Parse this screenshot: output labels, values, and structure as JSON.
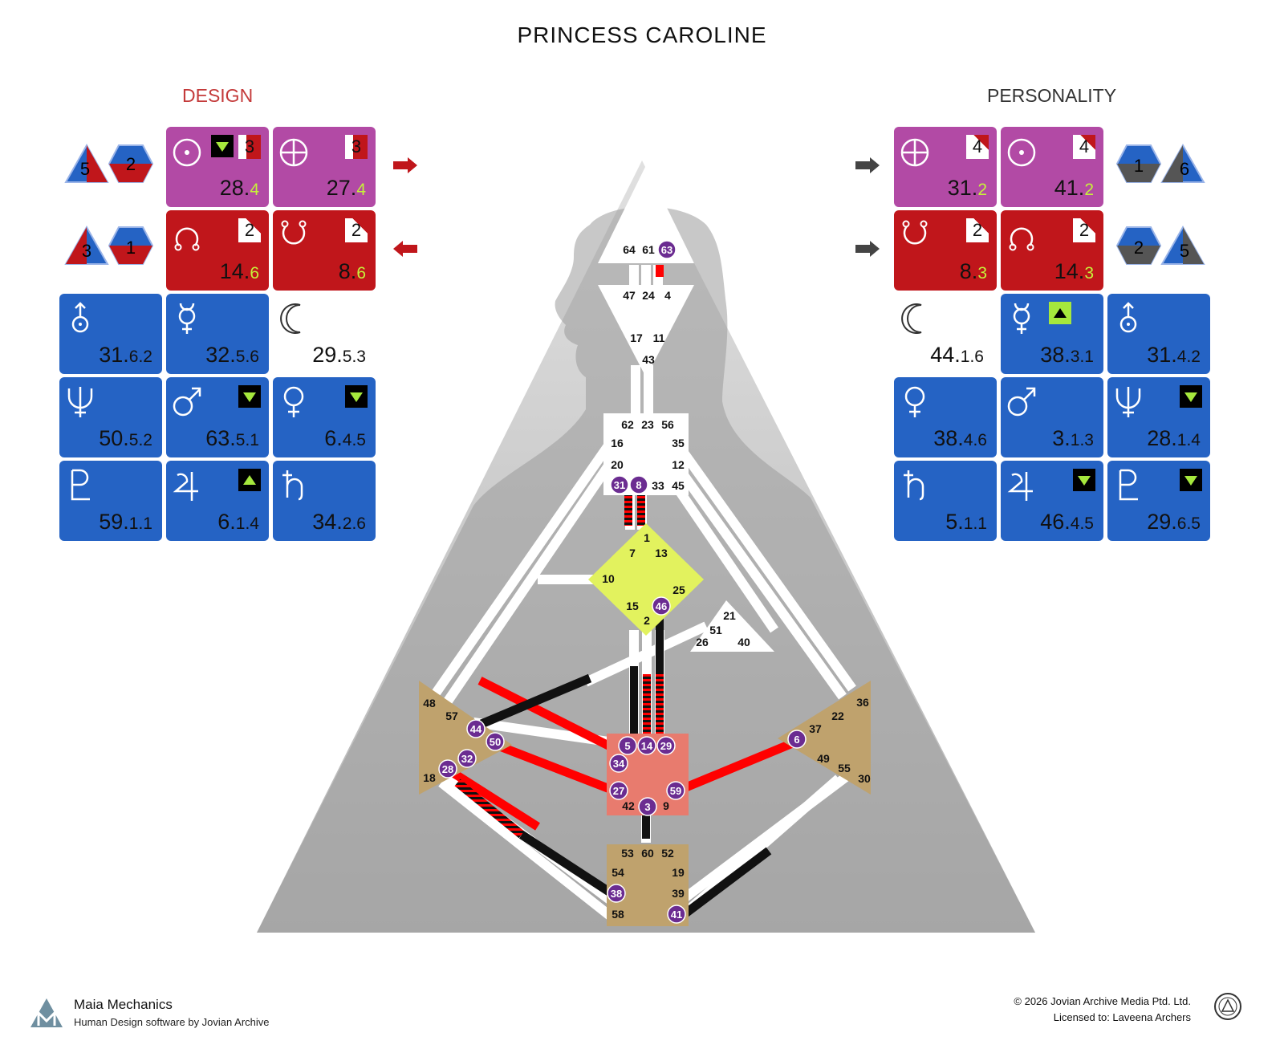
{
  "title": "PRINCESS CAROLINE",
  "design_label": "DESIGN",
  "personality_label": "PERSONALITY",
  "design": {
    "triangle_a": "5",
    "hex_a": "2",
    "triangle_b": "3",
    "hex_b": "1",
    "sun": {
      "gate": "28.",
      "line": "4",
      "badge": "3"
    },
    "earth": {
      "gate": "27.",
      "line": "4",
      "badge": "3"
    },
    "north_node": {
      "gate": "14.",
      "line": "6",
      "badge": "2"
    },
    "south_node": {
      "gate": "8.",
      "line": "6",
      "badge": "2"
    },
    "uranus": {
      "gate": "31.",
      "line": "6.2"
    },
    "mercury": {
      "gate": "32.",
      "line": "5.6"
    },
    "moon": {
      "gate": "29.",
      "line": "5.3"
    },
    "neptune": {
      "gate": "50.",
      "line": "5.2"
    },
    "mars": {
      "gate": "63.",
      "line": "5.1"
    },
    "venus": {
      "gate": "6.",
      "line": "4.5"
    },
    "pluto": {
      "gate": "59.",
      "line": "1.1"
    },
    "jupiter": {
      "gate": "6.",
      "line": "1.4"
    },
    "saturn": {
      "gate": "34.",
      "line": "2.6"
    }
  },
  "personality": {
    "hex_a": "1",
    "triangle_a": "6",
    "hex_b": "2",
    "triangle_b": "5",
    "earth": {
      "gate": "31.",
      "line": "2",
      "badge": "4"
    },
    "sun": {
      "gate": "41.",
      "line": "2",
      "badge": "4"
    },
    "south_node": {
      "gate": "8.",
      "line": "3",
      "badge": "2"
    },
    "north_node": {
      "gate": "14.",
      "line": "3",
      "badge": "2"
    },
    "moon": {
      "gate": "44.",
      "line": "1.6"
    },
    "mercury": {
      "gate": "38.",
      "line": "3.1"
    },
    "uranus": {
      "gate": "31.",
      "line": "4.2"
    },
    "venus": {
      "gate": "38.",
      "line": "4.6"
    },
    "mars": {
      "gate": "3.",
      "line": "1.3"
    },
    "neptune": {
      "gate": "28.",
      "line": "1.4"
    },
    "saturn": {
      "gate": "5.",
      "line": "1.1"
    },
    "jupiter": {
      "gate": "46.",
      "line": "4.5"
    },
    "pluto": {
      "gate": "29.",
      "line": "6.5"
    }
  },
  "gates": {
    "head": [
      "64",
      "61",
      "63"
    ],
    "ajna": [
      "47",
      "24",
      "4",
      "17",
      "11",
      "43"
    ],
    "throat": [
      "62",
      "23",
      "56",
      "16",
      "35",
      "20",
      "12",
      "31",
      "8",
      "33",
      "45"
    ],
    "g": [
      "1",
      "7",
      "13",
      "10",
      "25",
      "15",
      "46",
      "2"
    ],
    "ego": [
      "21",
      "51",
      "26",
      "40"
    ],
    "spleen": [
      "48",
      "57",
      "44",
      "50",
      "32",
      "28",
      "18"
    ],
    "sacral": [
      "5",
      "14",
      "29",
      "34",
      "27",
      "59",
      "42",
      "3",
      "9"
    ],
    "solar_plexus": [
      "36",
      "22",
      "37",
      "6",
      "49",
      "55",
      "30"
    ],
    "root": [
      "53",
      "60",
      "52",
      "54",
      "19",
      "38",
      "39",
      "58",
      "41"
    ]
  },
  "footer": {
    "brand": "Maia Mechanics",
    "sub": "Human Design software by Jovian Archive",
    "copyright": "© 2026 Jovian Archive Media Ptd. Ltd.",
    "license": "Licensed to: Laveena Archers"
  },
  "colors": {
    "design": "#c0161b",
    "personality": "#111111",
    "purple_tile": "#b24aa5",
    "blue_tile": "#2563c4",
    "defined_g": "#e2f25e",
    "defined_sacral": "#e87b6e",
    "motor_brown": "#bfa26d",
    "active_gate": "#6b2c91"
  }
}
